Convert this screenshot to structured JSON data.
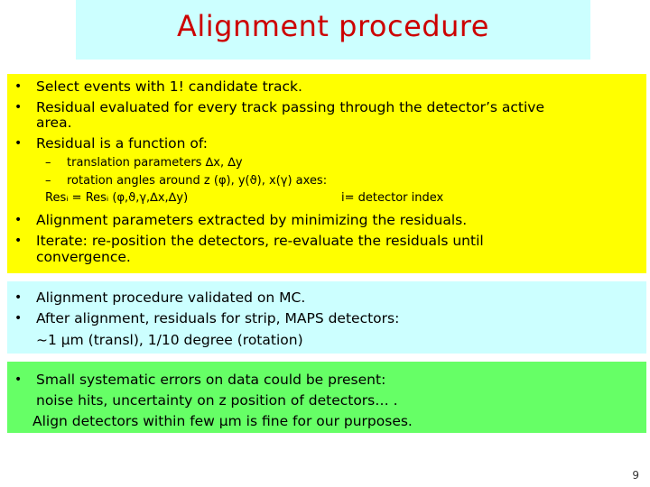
{
  "slide": {
    "title": "Alignment procedure",
    "page_number": "9"
  },
  "bullet_glyph": "•",
  "dash_glyph": "–",
  "yellow_box": {
    "b1": "Select events with 1! candidate track.",
    "b2_l1": "Residual evaluated for every track passing through the detector’s active",
    "b2_l2": "area.",
    "b3": "Residual is a function of:",
    "s1": "translation parameters ∆x, ∆y",
    "s2": "rotation angles around z (φ), y(ϑ), x(γ) axes:",
    "formula": "Resᵢ = Resᵢ (φ,ϑ,γ,∆x,∆y)",
    "formula_note": "i= detector index",
    "b4": "Alignment parameters extracted by minimizing the residuals.",
    "b5_l1": "Iterate: re-position the detectors, re-evaluate the residuals until",
    "b5_l2": "convergence."
  },
  "cyan_box": {
    "b1": "Alignment procedure validated on MC.",
    "b2_l1": "After alignment, residuals for strip, MAPS detectors:",
    "b2_l2": "~1 μm (transl), 1/10 degree (rotation)"
  },
  "green_box": {
    "b1_l1": "Small systematic errors on data could be present:",
    "b1_l2": "noise hits, uncertainty on z position of detectors… .",
    "b1_l3": "Align detectors within few μm is fine for our purposes."
  },
  "colors": {
    "title": "#cc0000",
    "title_bg": "#ccffff",
    "yellow_bg": "#ffff00",
    "cyan_bg": "#ccffff",
    "green_bg": "#66ff66"
  }
}
